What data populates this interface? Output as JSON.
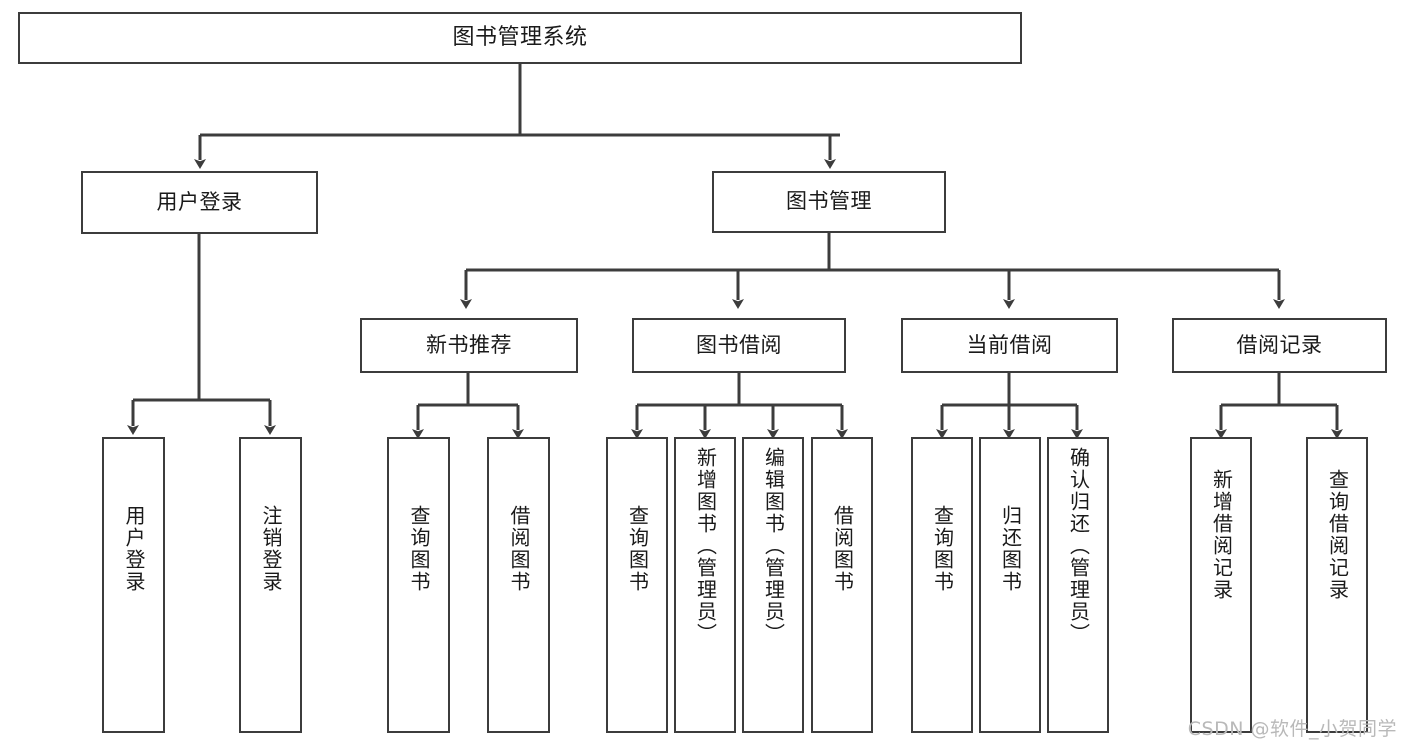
{
  "diagram": {
    "title": "图书管理系统",
    "watermark": "CSDN @软件_小贺同学",
    "stroke_color": "#3c3c3c",
    "fill_color": "#ffffff",
    "text_color": "#1a1a1a",
    "watermark_color": "#b9b9b9",
    "type": "tree",
    "root": {
      "label": "图书管理系统"
    },
    "level1": [
      {
        "label": "用户登录"
      },
      {
        "label": "图书管理"
      }
    ],
    "level2": [
      {
        "label": "新书推荐"
      },
      {
        "label": "图书借阅"
      },
      {
        "label": "当前借阅"
      },
      {
        "label": "借阅记录"
      }
    ],
    "leaves": {
      "user_login": [
        {
          "label": "用户登录"
        },
        {
          "label": "注销登录"
        }
      ],
      "new_book": [
        {
          "label": "查询图书"
        },
        {
          "label": "借阅图书"
        }
      ],
      "book_borrow": [
        {
          "label": "查询图书"
        },
        {
          "label": "新增图书（管理员）"
        },
        {
          "label": "编辑图书（管理员）"
        },
        {
          "label": "借阅图书"
        }
      ],
      "current_borrow": [
        {
          "label": "查询图书"
        },
        {
          "label": "归还图书"
        },
        {
          "label": "确认归还（管理员）"
        }
      ],
      "borrow_record": [
        {
          "label": "新增借阅记录"
        },
        {
          "label": "查询借阅记录"
        }
      ]
    }
  }
}
